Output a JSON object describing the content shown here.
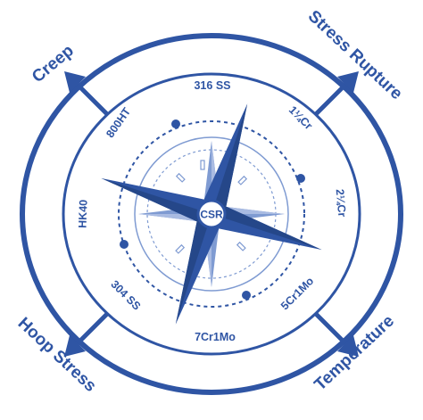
{
  "corners": {
    "top_left": "Creep",
    "top_right": "Stress Rupture",
    "bottom_left": "Hoop Stress",
    "bottom_right": "Temperature"
  },
  "alloys": {
    "top": "316 SS",
    "upper_right": "1¼Cr",
    "right": "2¼Cr",
    "lower_right": "5Cr1Mo",
    "bottom": "7Cr1Mo",
    "lower_left": "304 SS",
    "left": "HK40",
    "upper_left": "800HT"
  },
  "center": "CSR",
  "colors": {
    "primary": "#2f55a4",
    "light": "#7f9bd2",
    "background": "#ffffff"
  }
}
